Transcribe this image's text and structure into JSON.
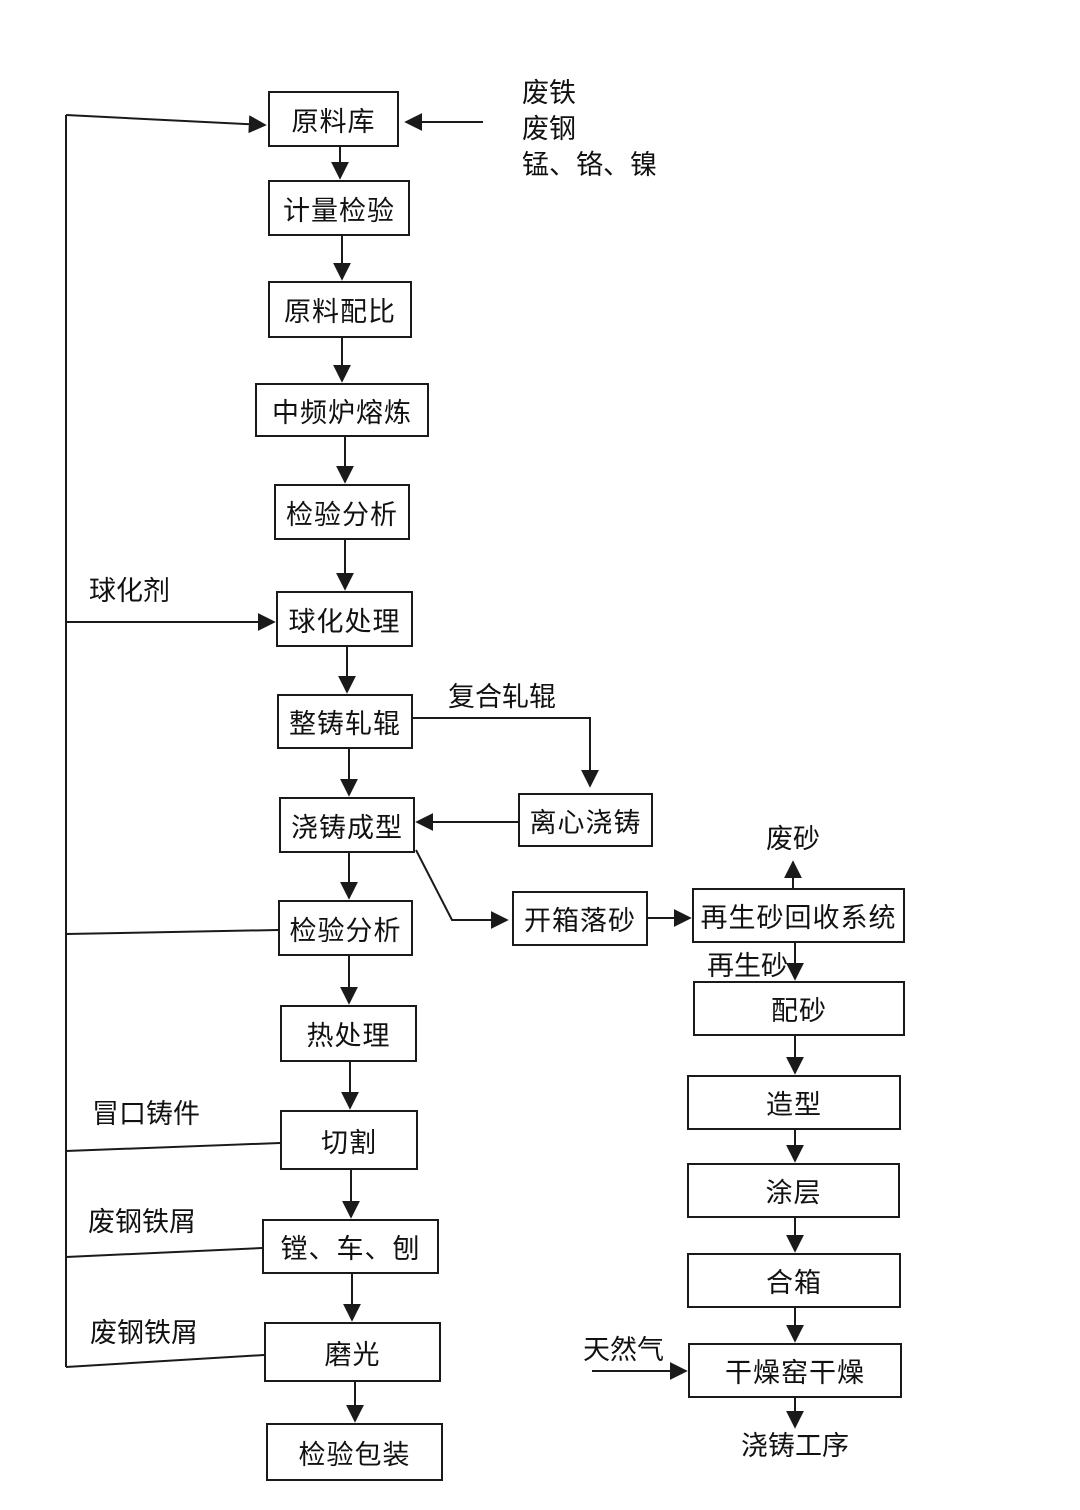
{
  "main_flow": {
    "raw_store": "原料库",
    "weigh_inspect": "计量检验",
    "mix_ratio": "原料配比",
    "melting": "中频炉熔炼",
    "inspect_1": "检验分析",
    "spheroidize": "球化处理",
    "whole_cast_roll": "整铸轧辊",
    "pour_form": "浇铸成型",
    "inspect_2": "检验分析",
    "heat_treat": "热处理",
    "cutting": "切割",
    "machining": "镗、车、刨",
    "polishing": "磨光",
    "inspect_pack": "检验包装"
  },
  "inputs": {
    "scrap_iron": "废铁",
    "scrap_steel": "废钢",
    "alloys": "锰、铬、镍",
    "spheroidizer": "球化剂",
    "composite_roll": "复合轧辊",
    "riser_casting": "冒口铸件",
    "scrap_chips_1": "废钢铁屑",
    "scrap_chips_2": "废钢铁屑"
  },
  "side_flow": {
    "centrifugal": "离心浇铸",
    "shakeout": "开箱落砂"
  },
  "sand_flow": {
    "waste_sand": "废砂",
    "reclaim_system": "再生砂回收系统",
    "reclaimed_sand": "再生砂",
    "sand_mix": "配砂",
    "molding": "造型",
    "coating": "涂层",
    "closing": "合箱",
    "kiln_dry": "干燥窑干燥",
    "natural_gas": "天然气",
    "next_step": "浇铸工序"
  },
  "colors": {
    "line": "#1a1a1a",
    "text": "#111111",
    "background": "#ffffff"
  }
}
